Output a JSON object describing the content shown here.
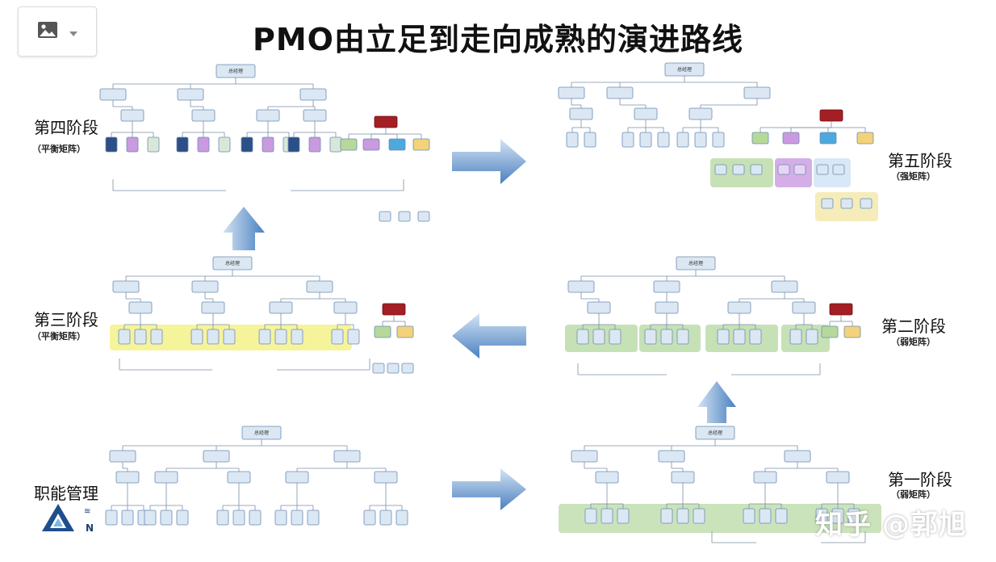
{
  "title": "PMO由立足到走向成熟的演进路线",
  "toolbar": {
    "image_icon": "image-icon",
    "dropdown_icon": "chevron-down-icon"
  },
  "stages": {
    "functional": {
      "label": "职能管理",
      "sub": ""
    },
    "one": {
      "label": "第一阶段",
      "sub": "（弱矩阵）"
    },
    "two": {
      "label": "第二阶段",
      "sub": "（弱矩阵）"
    },
    "three": {
      "label": "第三阶段",
      "sub": "（平衡矩阵）"
    },
    "four": {
      "label": "第四阶段",
      "sub": "（平衡矩阵）"
    },
    "five": {
      "label": "第五阶段",
      "sub": "（强矩阵）"
    }
  },
  "org": {
    "top": "总经理"
  },
  "watermark": "知乎 @郭旭",
  "colors": {
    "box_fill": "#dbe7f3",
    "box_stroke": "#6b8cb2",
    "line": "#7a8fa8",
    "green_band": "#b9d9a4",
    "yellow_band": "#f3f07a",
    "purple": "#c99ae0",
    "navy": "#2b4f86",
    "red": "#a31f24",
    "arrow_top": "#c7dbf0",
    "arrow_bottom": "#4f86c6"
  }
}
